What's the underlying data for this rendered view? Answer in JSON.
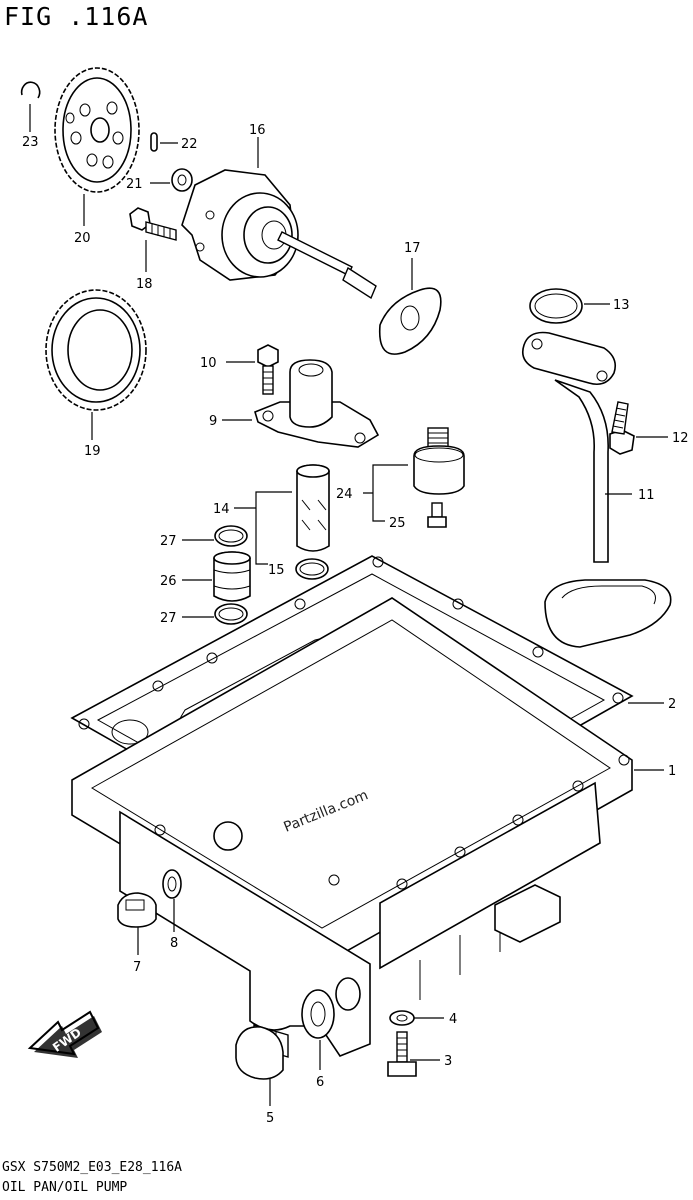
{
  "figure": {
    "title": "FIG .116A",
    "footer_code": "GSX  S750M2_E03_E28_116A",
    "footer_desc": "OIL PAN/OIL PUMP",
    "watermark": "Partzilla.com",
    "fwd_label": "FWD"
  },
  "callouts": {
    "c1": "1",
    "c2": "2",
    "c3": "3",
    "c4": "4",
    "c5": "5",
    "c6": "6",
    "c7": "7",
    "c8": "8",
    "c9": "9",
    "c10": "10",
    "c11": "11",
    "c12": "12",
    "c13": "13",
    "c14": "14",
    "c15": "15",
    "c16": "16",
    "c17": "17",
    "c18": "18",
    "c19": "19",
    "c20": "20",
    "c21": "21",
    "c22": "22",
    "c23": "23",
    "c24": "24",
    "c25": "25",
    "c26": "26",
    "c27a": "27",
    "c27b": "27"
  }
}
